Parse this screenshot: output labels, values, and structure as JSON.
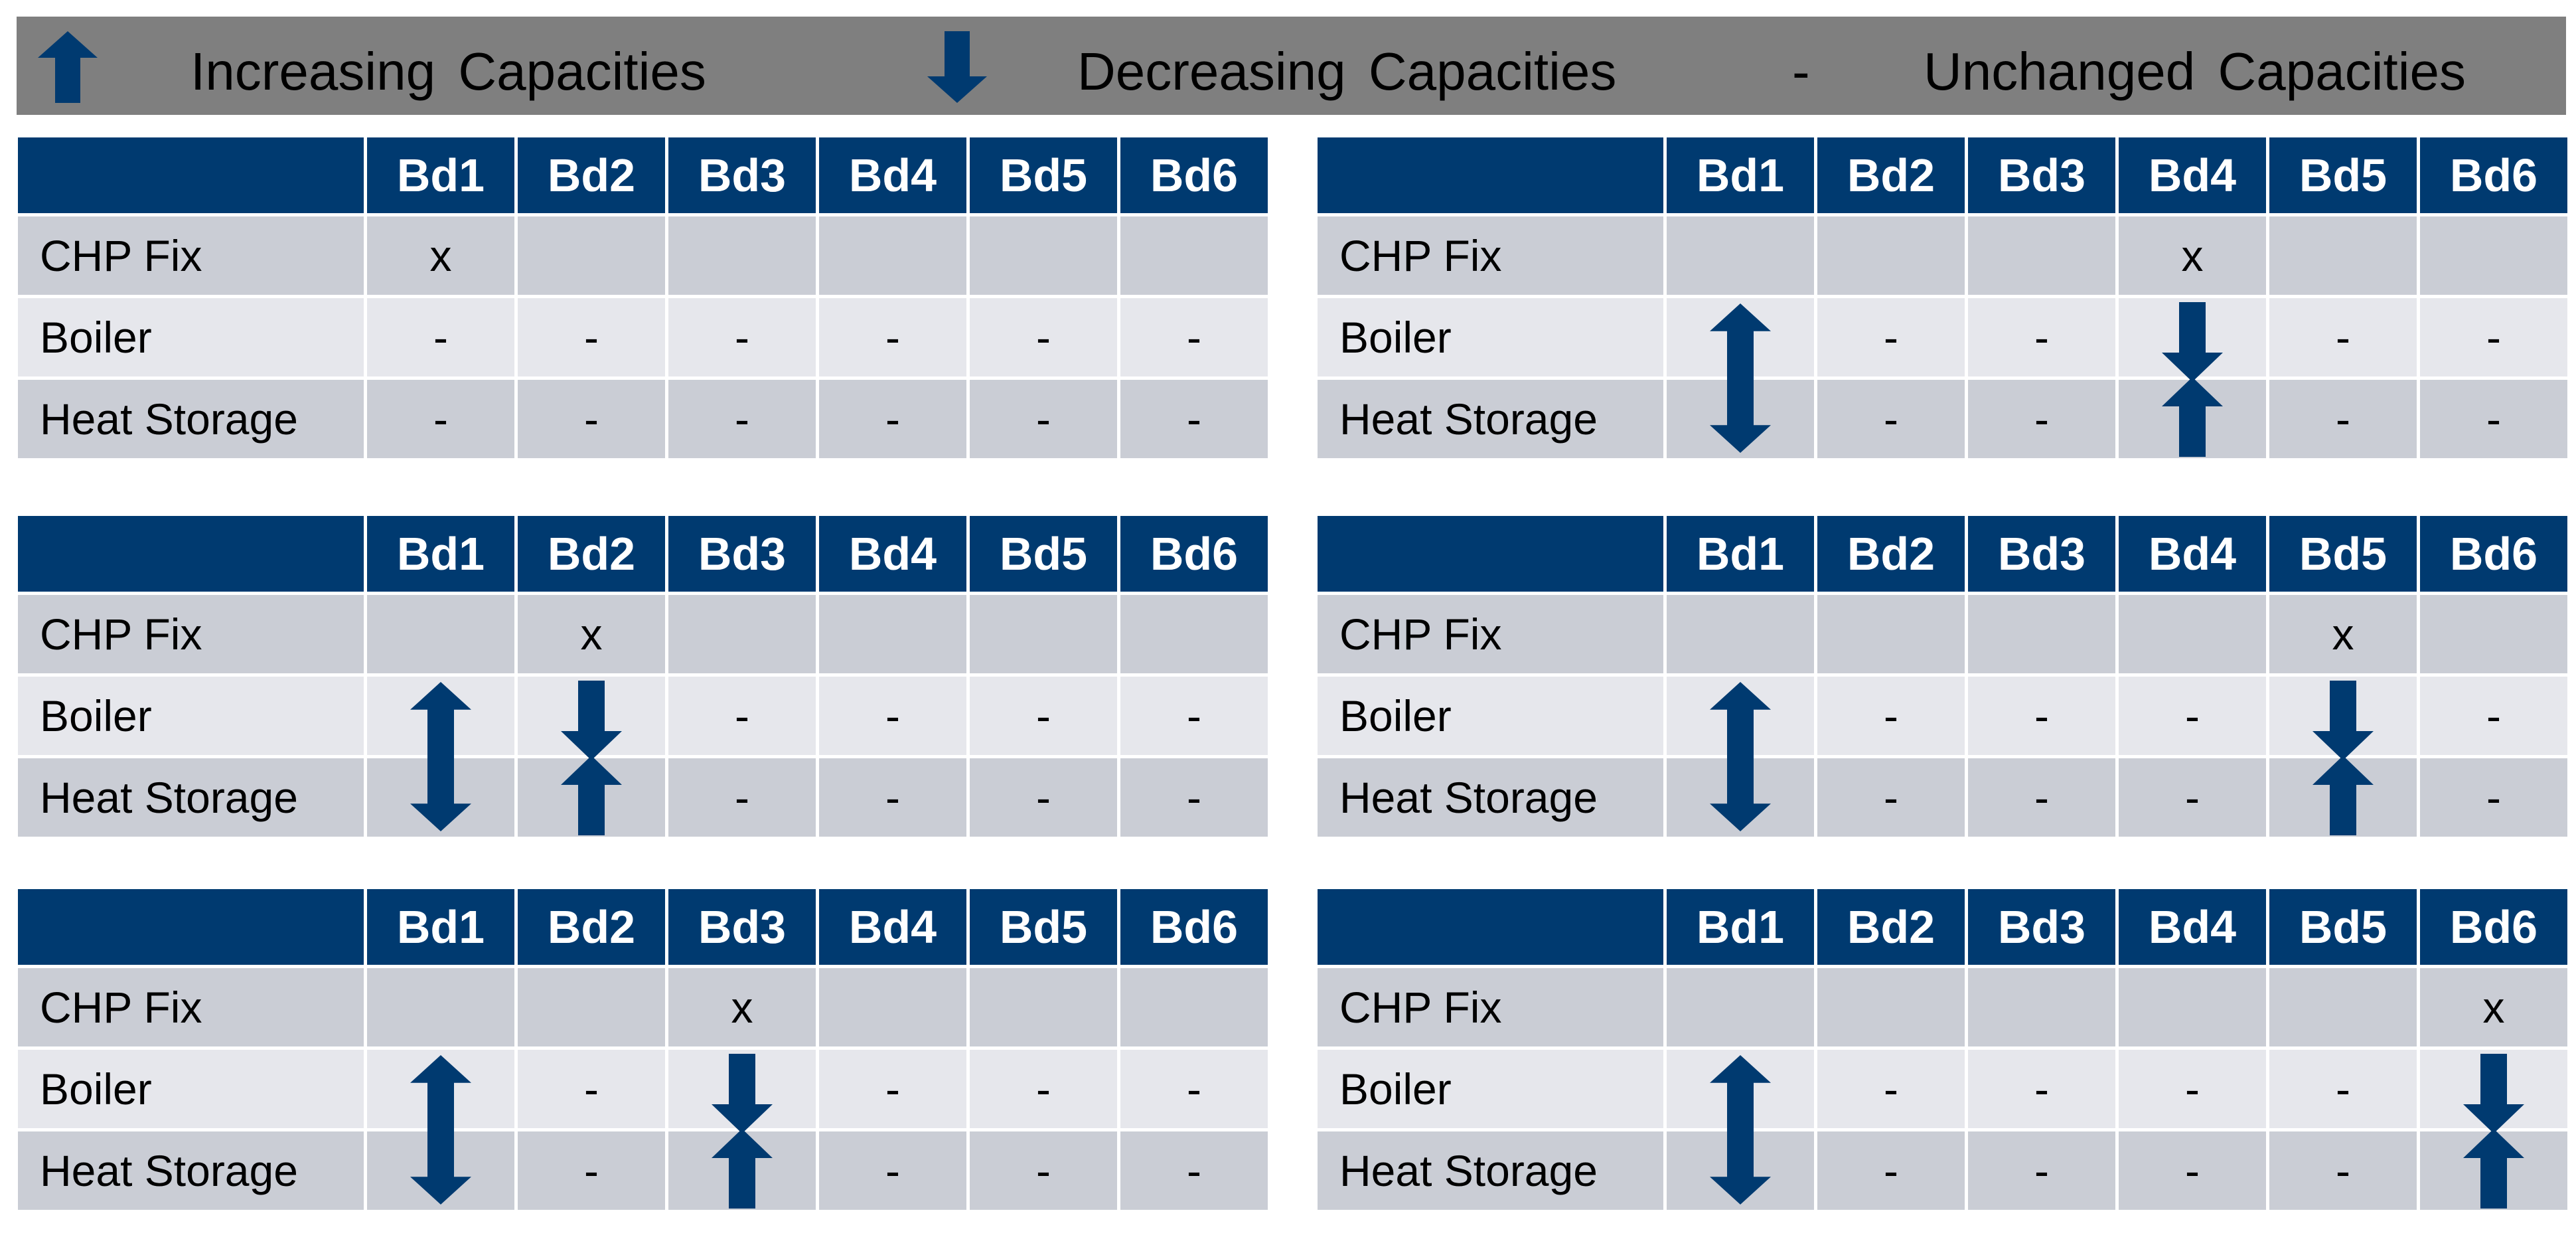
{
  "legend": {
    "increasing": "Increasing Capacities",
    "decreasing": "Decreasing Capacities",
    "unchanged_symbol": "-",
    "unchanged": "Unchanged Capacities",
    "arrow_up_icon": "arrow-up-icon",
    "arrow_down_icon": "arrow-down-icon"
  },
  "colors": {
    "header_bg": "#003a70",
    "arrow": "#003a70",
    "legend_bg": "#7f7f7f",
    "row_dark": "#cacdd5",
    "row_light": "#e6e7ec"
  },
  "columns": [
    "Bd1",
    "Bd2",
    "Bd3",
    "Bd4",
    "Bd5",
    "Bd6"
  ],
  "rows": [
    "CHP Fix",
    "Boiler",
    "Heat Storage"
  ],
  "tables": [
    {
      "cells": [
        [
          "x",
          "",
          "",
          "",
          "",
          ""
        ],
        [
          "-",
          "-",
          "-",
          "-",
          "-",
          "-"
        ],
        [
          "-",
          "-",
          "-",
          "-",
          "-",
          "-"
        ]
      ],
      "arrows": []
    },
    {
      "cells": [
        [
          "",
          "",
          "",
          "x",
          "",
          ""
        ],
        [
          "",
          "-",
          "-",
          "",
          "-",
          "-"
        ],
        [
          "",
          "-",
          "-",
          "",
          "-",
          "-"
        ]
      ],
      "arrows": [
        {
          "col": 0,
          "boiler": "up",
          "storage": "down"
        },
        {
          "col": 3,
          "boiler": "down",
          "storage": "up"
        }
      ]
    },
    {
      "cells": [
        [
          "",
          "x",
          "",
          "",
          "",
          ""
        ],
        [
          "",
          "",
          "-",
          "-",
          "-",
          "-"
        ],
        [
          "",
          "",
          "-",
          "-",
          "-",
          "-"
        ]
      ],
      "arrows": [
        {
          "col": 0,
          "boiler": "up",
          "storage": "down"
        },
        {
          "col": 1,
          "boiler": "down",
          "storage": "up"
        }
      ]
    },
    {
      "cells": [
        [
          "",
          "",
          "",
          "",
          "x",
          ""
        ],
        [
          "",
          "-",
          "-",
          "-",
          "",
          "-"
        ],
        [
          "",
          "-",
          "-",
          "-",
          "",
          "-"
        ]
      ],
      "arrows": [
        {
          "col": 0,
          "boiler": "up",
          "storage": "down"
        },
        {
          "col": 4,
          "boiler": "down",
          "storage": "up"
        }
      ]
    },
    {
      "cells": [
        [
          "",
          "",
          "x",
          "",
          "",
          ""
        ],
        [
          "",
          "-",
          "",
          "-",
          "-",
          "-"
        ],
        [
          "",
          "-",
          "",
          "-",
          "-",
          "-"
        ]
      ],
      "arrows": [
        {
          "col": 0,
          "boiler": "up",
          "storage": "down"
        },
        {
          "col": 2,
          "boiler": "down",
          "storage": "up"
        }
      ]
    },
    {
      "cells": [
        [
          "",
          "",
          "",
          "",
          "",
          "x"
        ],
        [
          "",
          "-",
          "-",
          "-",
          "-",
          ""
        ],
        [
          "",
          "-",
          "-",
          "-",
          "-",
          ""
        ]
      ],
      "arrows": [
        {
          "col": 0,
          "boiler": "up",
          "storage": "down"
        },
        {
          "col": 5,
          "boiler": "down",
          "storage": "up"
        }
      ]
    }
  ]
}
